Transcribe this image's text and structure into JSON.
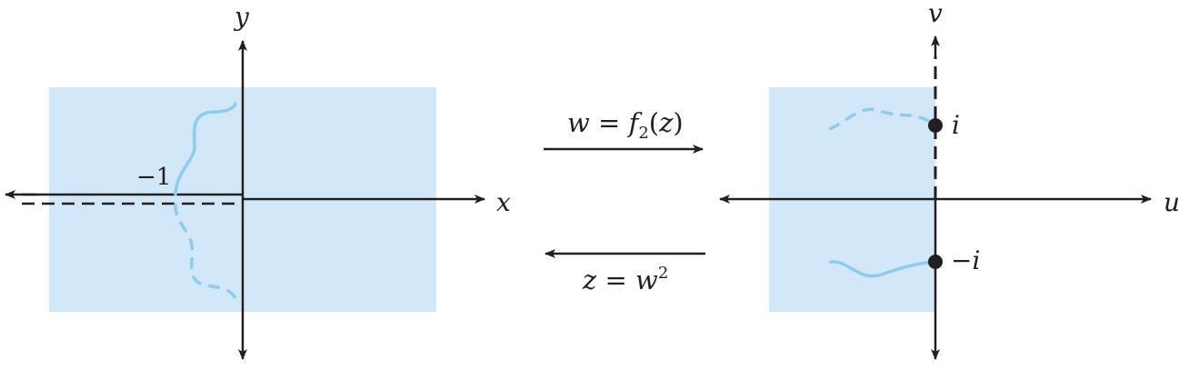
{
  "colors": {
    "region_fill": "#d2e8f9",
    "curve": "#8ecbef",
    "ink": "#231f20"
  },
  "z_plane": {
    "x_axis_label": "x",
    "y_axis_label": "y",
    "point_label": "−1"
  },
  "w_plane": {
    "u_axis_label": "u",
    "v_axis_label": "v",
    "upper_point_label": "i",
    "lower_point_label": "−i"
  },
  "mapping": {
    "forward": {
      "lhs": "w",
      "eq": " = ",
      "func": "f",
      "subscript": "2",
      "arg_open": "(",
      "arg": "z",
      "arg_close": ")"
    },
    "inverse": {
      "lhs": "z",
      "eq": " = ",
      "base": "w",
      "exponent": "2"
    }
  }
}
